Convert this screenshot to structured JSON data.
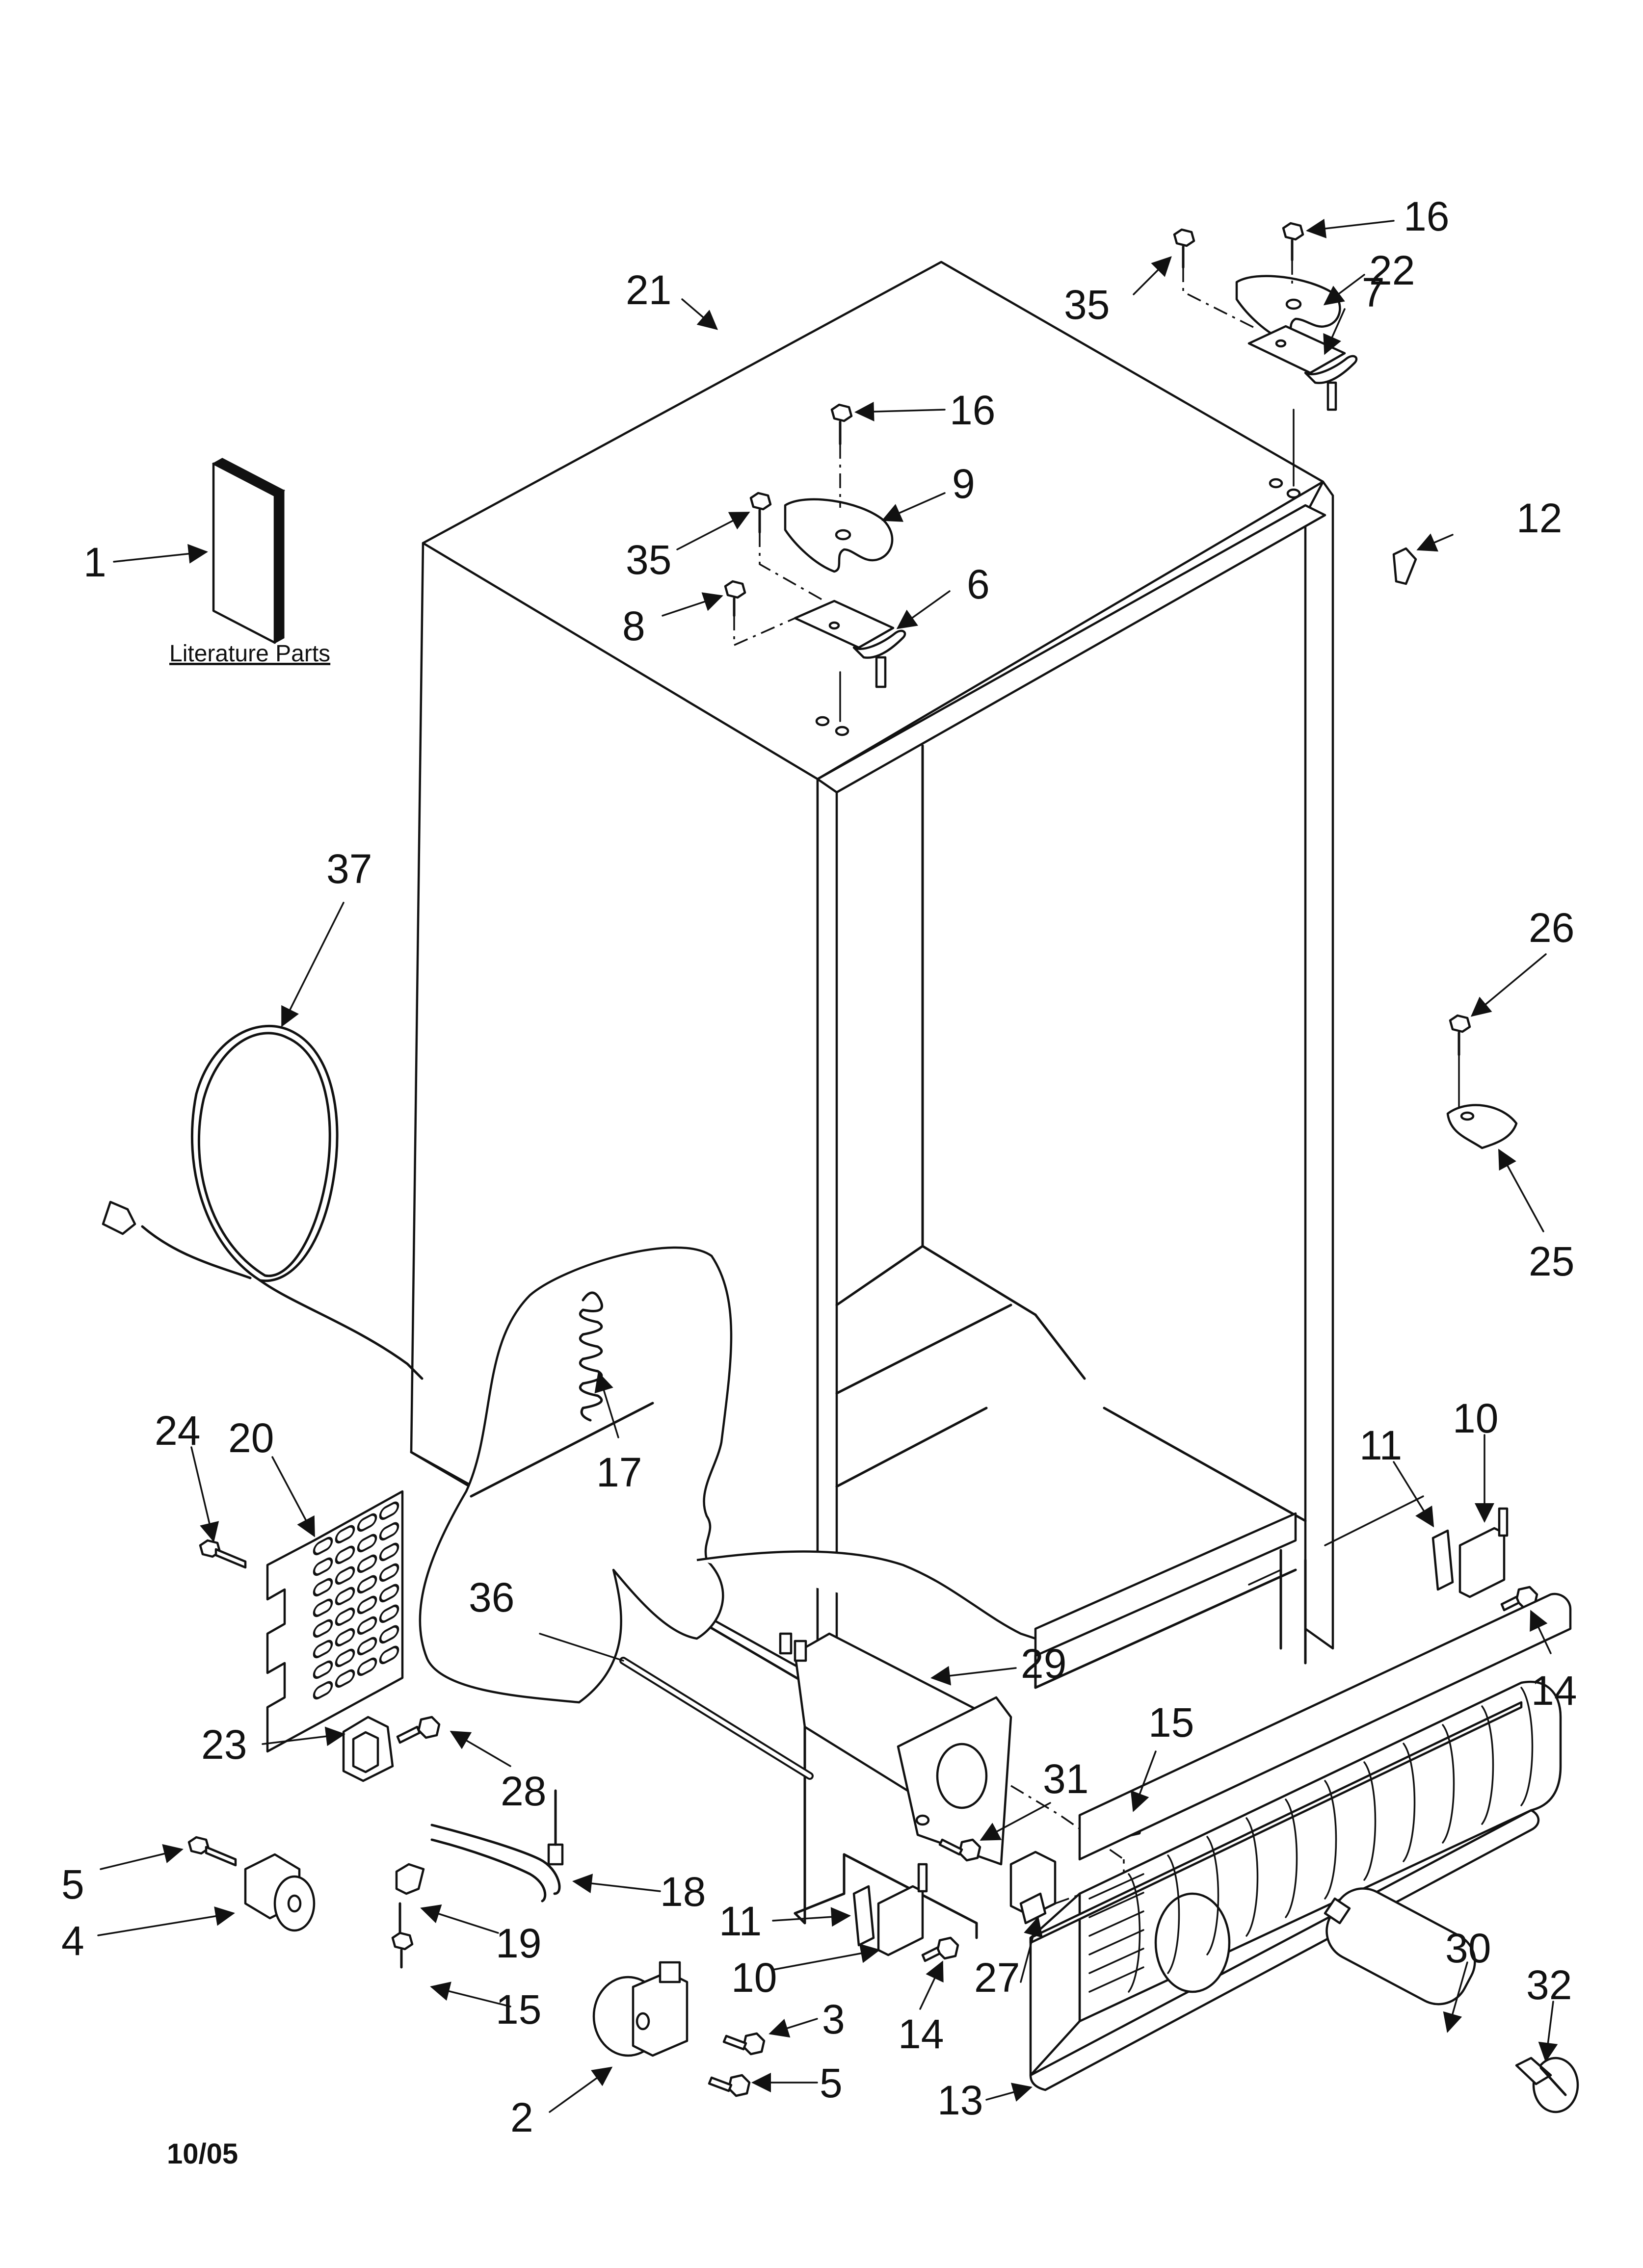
{
  "diagram": {
    "callouts": {
      "c1": "1",
      "c21": "21",
      "c35a": "35",
      "c16a": "16",
      "c22": "22",
      "c7": "7",
      "c16b": "16",
      "c9": "9",
      "c12": "12",
      "c35b": "35",
      "c6": "6",
      "c8": "8",
      "c37": "37",
      "c26": "26",
      "c25": "25",
      "c17": "17",
      "c24": "24",
      "c20": "20",
      "c11a": "11",
      "c10a": "10",
      "c36": "36",
      "c29": "29",
      "c14a": "14",
      "c15a": "15",
      "c23": "23",
      "c28": "28",
      "c31": "31",
      "c5a": "5",
      "c18": "18",
      "c4": "4",
      "c19": "19",
      "c11b": "11",
      "c10b": "10",
      "c27": "27",
      "c30": "30",
      "c32": "32",
      "c15b": "15",
      "c3": "3",
      "c14b": "14",
      "c5b": "5",
      "c2": "2",
      "c13": "13"
    },
    "literature_label": "Literature Parts",
    "date_code": "10/05"
  }
}
